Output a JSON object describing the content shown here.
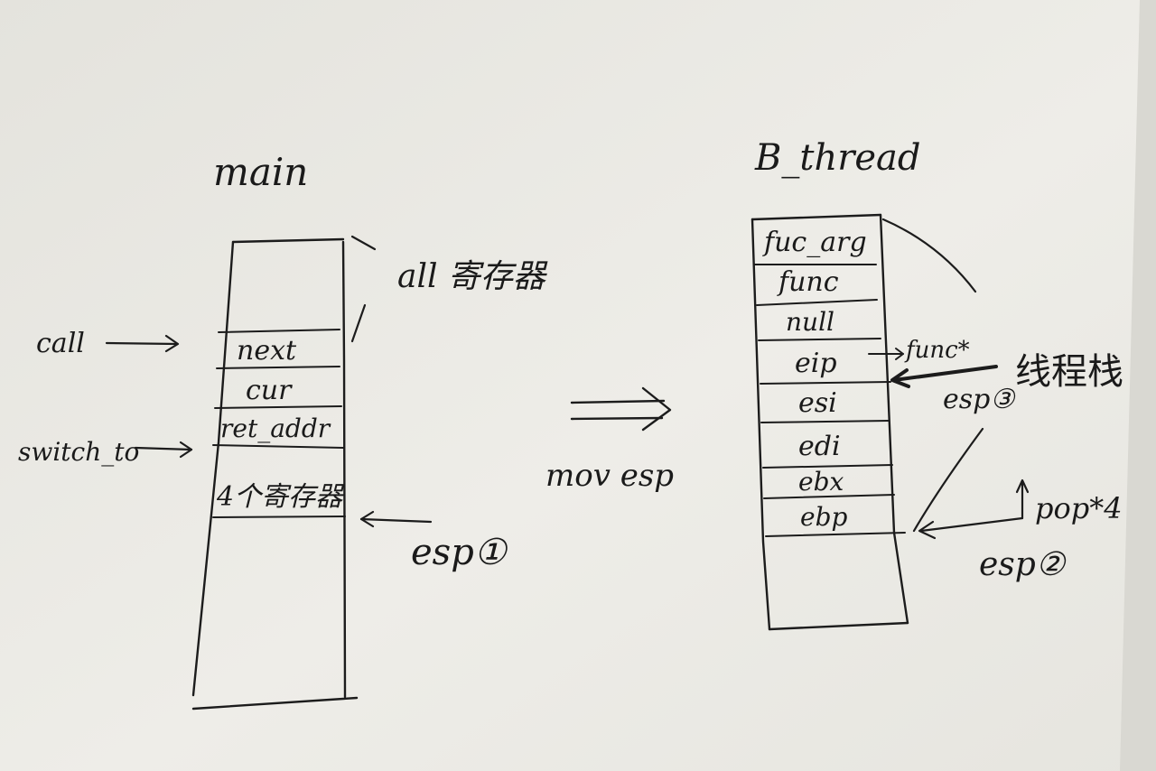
{
  "main_stack": {
    "title": "main",
    "slots": [
      "next",
      "cur",
      "ret_addr",
      "4个寄存器"
    ],
    "top_note": "all 寄存器",
    "call_label": "call",
    "switch_label": "switch_to",
    "esp_label": "esp①"
  },
  "transition": {
    "label": "mov esp"
  },
  "b_stack": {
    "title": "B_thread",
    "slots": [
      "fuc_arg",
      "func",
      "null",
      "eip",
      "esi",
      "edi",
      "ebx",
      "ebp"
    ],
    "eip_target": "func*",
    "thread_stack_label": "线程栈",
    "esp3_label": "esp③",
    "pop_label": "pop*4",
    "esp2_label": "esp②"
  },
  "colors": {
    "paper": "#e9e8e3",
    "ink": "#1c1c1c"
  }
}
